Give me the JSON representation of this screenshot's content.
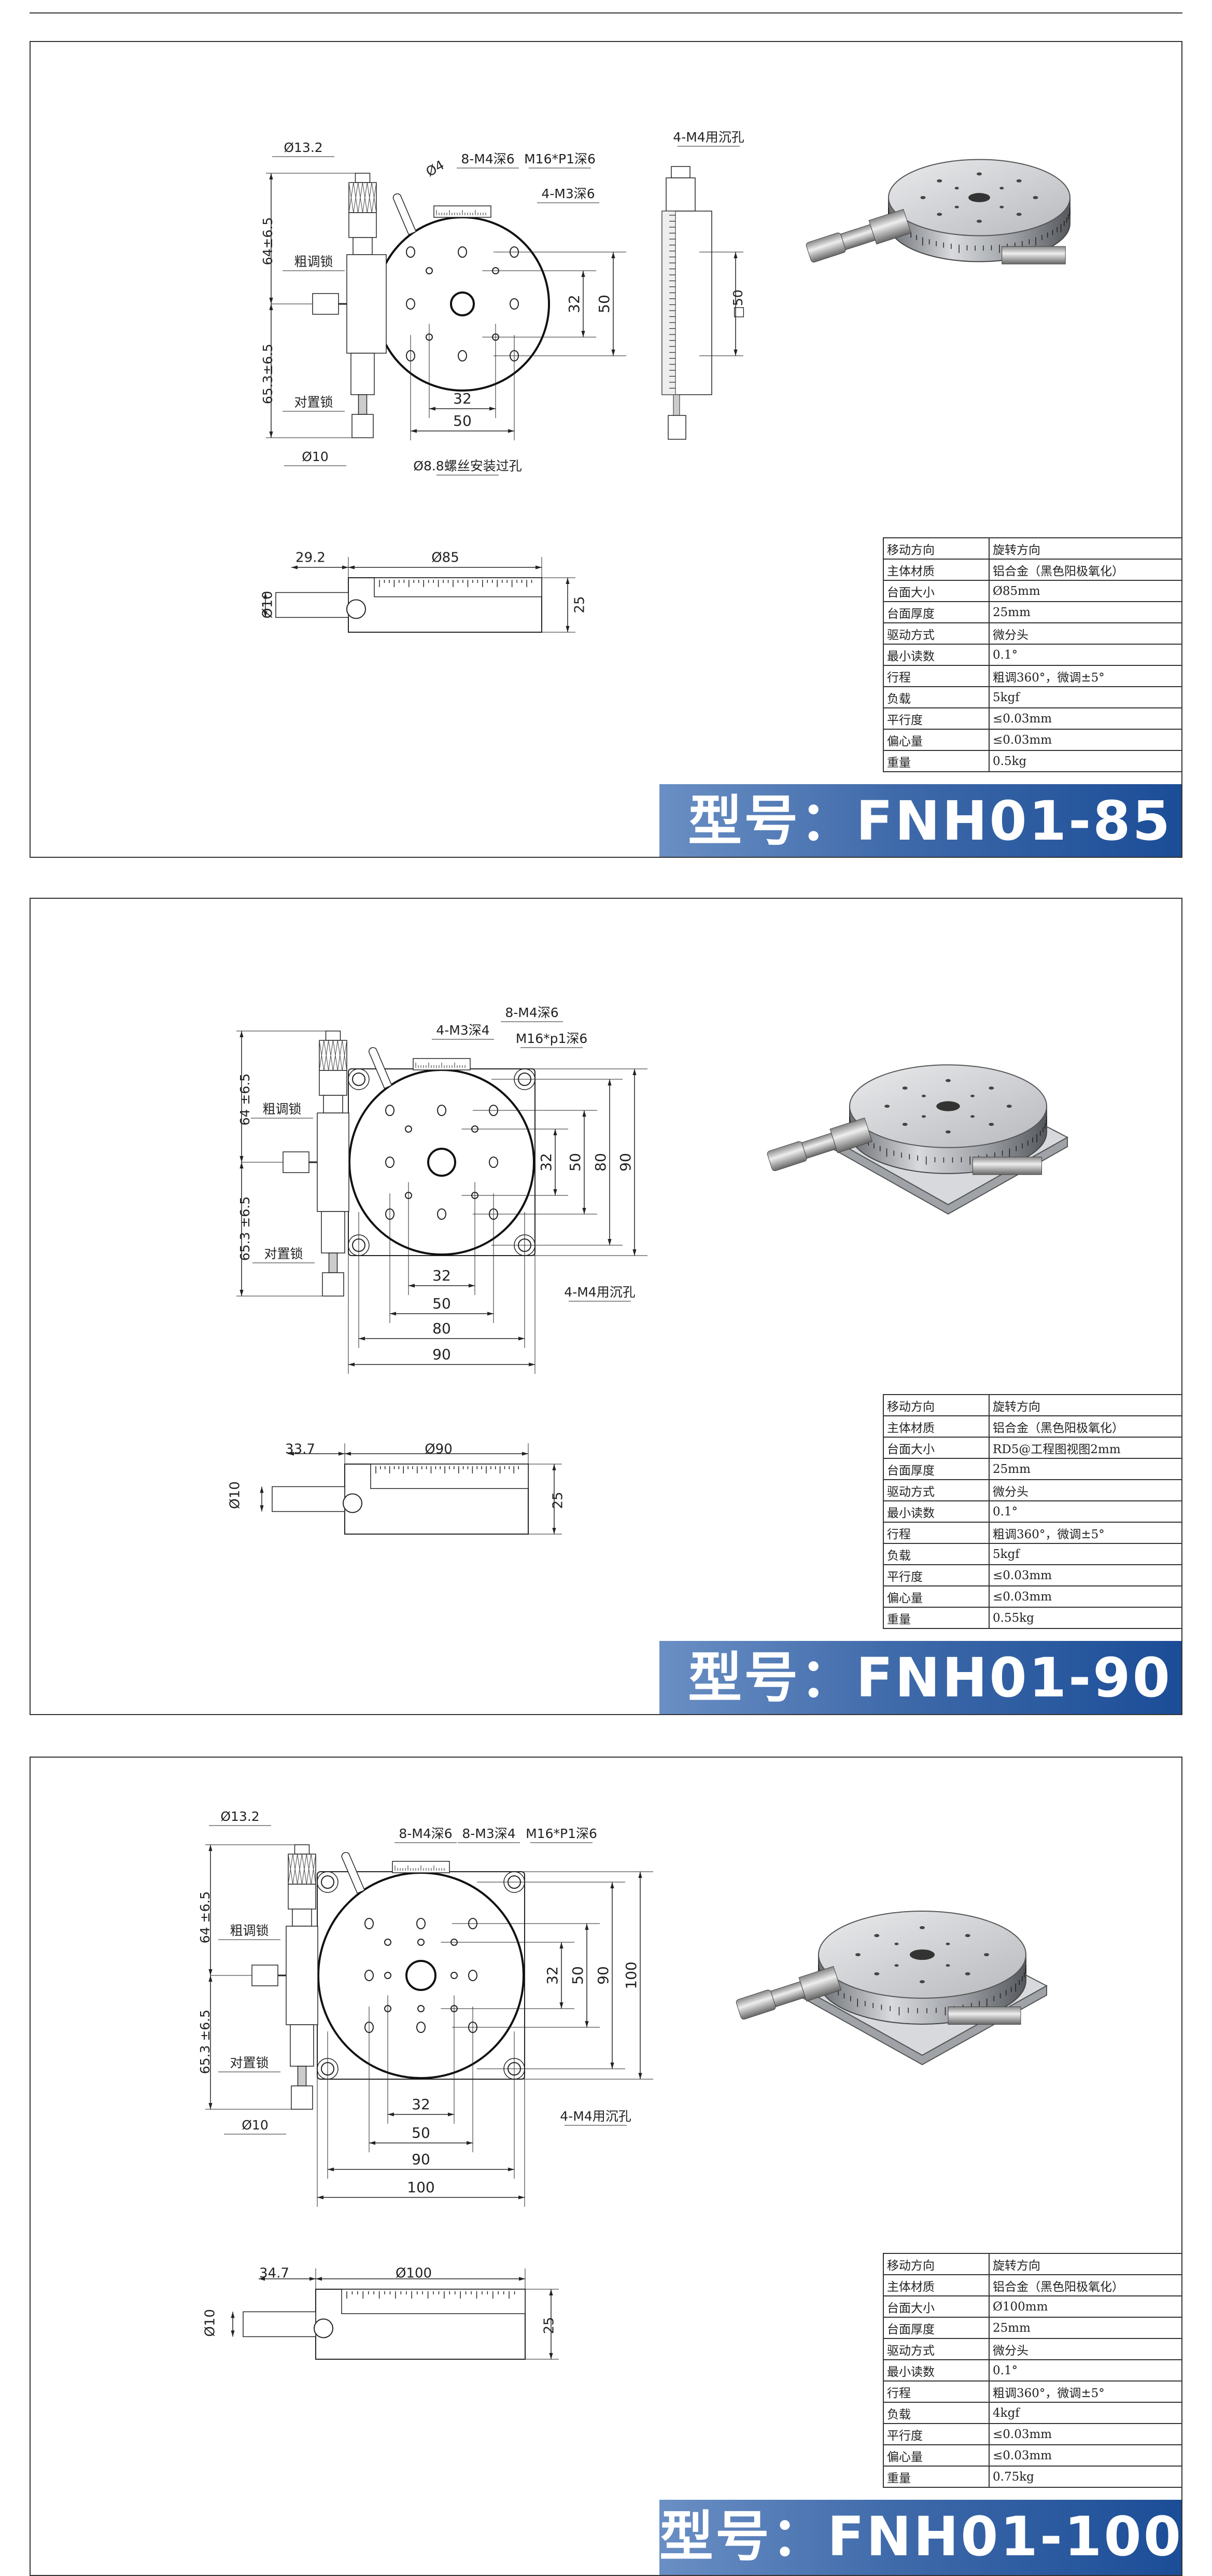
{
  "models": [
    {
      "title": "型号：FNH01-85",
      "specs": [
        {
          "label": "移动方向",
          "value": "旋转方向"
        },
        {
          "label": "主体材质",
          "value": "铝合金（黑色阳极氧化）"
        },
        {
          "label": "台面大小",
          "value": "Ø85mm"
        },
        {
          "label": "台面厚度",
          "value": "25mm"
        },
        {
          "label": "驱动方式",
          "value": "微分头"
        },
        {
          "label": "最小读数",
          "value": "0.1°"
        },
        {
          "label": "行程",
          "value": "粗调360°，微调±5°"
        },
        {
          "label": "负载",
          "value": "5kgf"
        },
        {
          "label": "平行度",
          "value": "≤0.03mm"
        },
        {
          "label": "偏心量",
          "value": "≤0.03mm"
        },
        {
          "label": "重量",
          "value": "0.5kg"
        }
      ],
      "top_view": {
        "callouts": [
          "Ø13.2",
          "8-M4深6",
          "Ø4",
          "M16*P1深6",
          "4-M3深6",
          "4-M4用沉孔",
          "64±6.5",
          "粗调锁",
          "65.3±6.5",
          "对置锁",
          "Ø10",
          "Ø8.8螺丝安装过孔",
          "□50"
        ],
        "v_dims": [
          "32",
          "50"
        ],
        "h_dims": [
          "32",
          "50"
        ]
      },
      "side_view": {
        "shaft_dia": "Ø10",
        "offset": "29.2",
        "table_dia": "Ø85",
        "height": "25"
      }
    },
    {
      "title": "型号：FNH01-90",
      "specs": [
        {
          "label": "移动方向",
          "value": "旋转方向"
        },
        {
          "label": "主体材质",
          "value": "铝合金（黑色阳极氧化）"
        },
        {
          "label": "台面大小",
          "value": "RD5@工程图视图2mm"
        },
        {
          "label": "台面厚度",
          "value": "25mm"
        },
        {
          "label": "驱动方式",
          "value": "微分头"
        },
        {
          "label": "最小读数",
          "value": "0.1°"
        },
        {
          "label": "行程",
          "value": "粗调360°，微调±5°"
        },
        {
          "label": "负载",
          "value": "5kgf"
        },
        {
          "label": "平行度",
          "value": "≤0.03mm"
        },
        {
          "label": "偏心量",
          "value": "≤0.03mm"
        },
        {
          "label": "重量",
          "value": "0.55kg"
        }
      ],
      "top_view": {
        "callouts": [
          "8-M4深6",
          "4-M3深4",
          "M16*p1深6",
          "64 ±6.5",
          "粗调锁",
          "65.3 ±6.5",
          "对置锁",
          "4-M4用沉孔"
        ],
        "v_dims": [
          "32",
          "50",
          "80",
          "90"
        ],
        "h_dims": [
          "32",
          "50",
          "80",
          "90"
        ]
      },
      "side_view": {
        "shaft_dia": "Ø10",
        "offset": "33.7",
        "table_dia": "Ø90",
        "height": "25"
      }
    },
    {
      "title": "型号：FNH01-100",
      "specs": [
        {
          "label": "移动方向",
          "value": "旋转方向"
        },
        {
          "label": "主体材质",
          "value": "铝合金（黑色阳极氧化）"
        },
        {
          "label": "台面大小",
          "value": "Ø100mm"
        },
        {
          "label": "台面厚度",
          "value": "25mm"
        },
        {
          "label": "驱动方式",
          "value": "微分头"
        },
        {
          "label": "最小读数",
          "value": "0.1°"
        },
        {
          "label": "行程",
          "value": "粗调360°，微调±5°"
        },
        {
          "label": "负载",
          "value": "4kgf"
        },
        {
          "label": "平行度",
          "value": "≤0.03mm"
        },
        {
          "label": "偏心量",
          "value": "≤0.03mm"
        },
        {
          "label": "重量",
          "value": "0.75kg"
        }
      ],
      "top_view": {
        "callouts": [
          "Ø13.2",
          "8-M4深6",
          "8-M3深4",
          "M16*P1深6",
          "64 ±6.5",
          "粗调锁",
          "65.3 ±6.5",
          "对置锁",
          "Ø10",
          "4-M4用沉孔"
        ],
        "v_dims": [
          "32",
          "50",
          "90",
          "100"
        ],
        "h_dims": [
          "32",
          "50",
          "90",
          "100"
        ]
      },
      "side_view": {
        "shaft_dia": "Ø10",
        "offset": "34.7",
        "table_dia": "Ø100",
        "height": "25"
      }
    }
  ]
}
